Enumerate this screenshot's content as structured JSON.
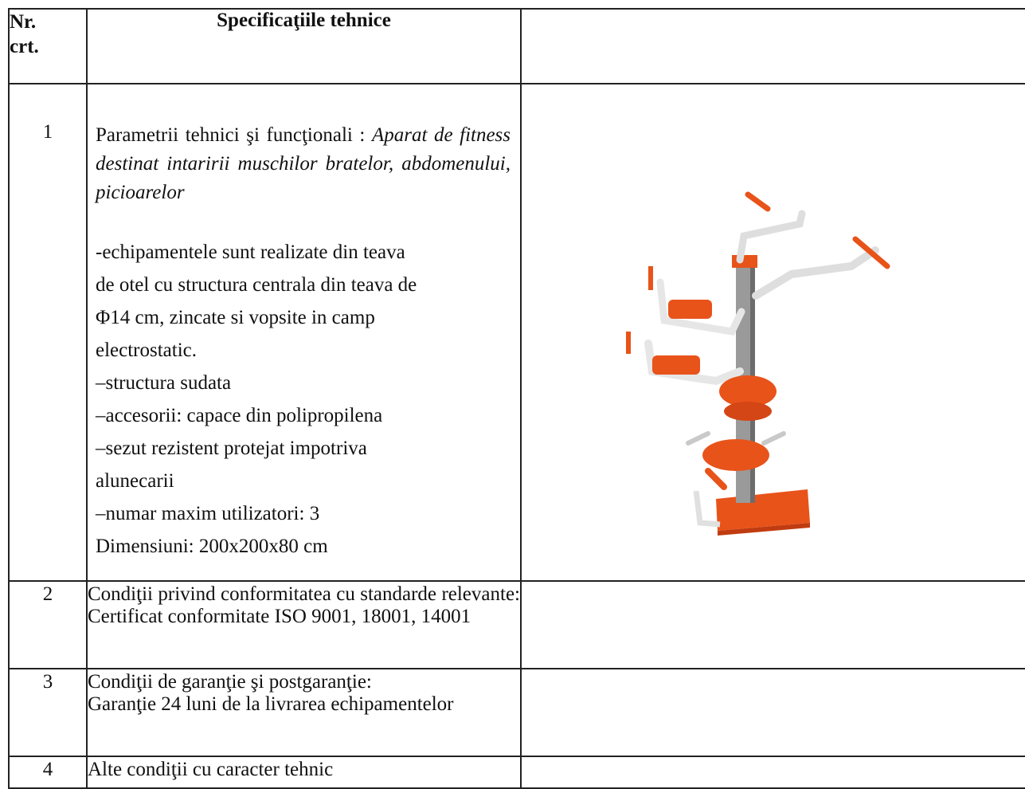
{
  "table": {
    "header": {
      "nr": "Nr.\ncrt.",
      "nr_line1": "Nr.",
      "nr_line2": "crt.",
      "spec": "Specificaţiile tehnice",
      "image": ""
    },
    "rows": [
      {
        "nr": "1",
        "intro_plain": "Parametrii tehnici şi funcţionali : ",
        "intro_italic": "Aparat de fitness destinat intaririi muschilor bratelor, abdomenului, picioarelor",
        "lines": [
          "-echipamentele sunt realizate din teava",
          "de otel cu structura centrala din teava de",
          "Φ14 cm, zincate si vopsite in camp",
          "electrostatic.",
          "–structura sudata",
          "–accesorii: capace din polipropilena",
          "–sezut rezistent protejat impotriva",
          "alunecarii",
          "–numar maxim utilizatori: 3",
          "Dimensiuni: 200x200x80 cm"
        ],
        "image_icon": "fitness-equipment-illustration"
      },
      {
        "nr": "2",
        "text": "Condiţii privind conformitatea cu standarde relevante: Certificat conformitate ISO 9001, 18001, 14001"
      },
      {
        "nr": "3",
        "text_line1": "Condiţii de garanţie şi postgaranţie:",
        "text_rest": "Garanţie 24 luni de la livrarea echipamentelor"
      },
      {
        "nr": "4",
        "text": "Alte condiţii cu caracter tehnic"
      }
    ]
  },
  "colors": {
    "border": "#222222",
    "equipment_orange": "#e8531a",
    "equipment_frame": "#d9d9d9",
    "equipment_post": "#9a9a9a"
  }
}
